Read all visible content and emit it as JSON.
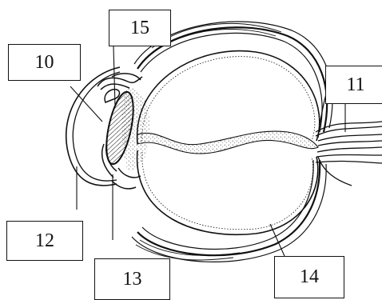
{
  "labels": {
    "l10": "10",
    "l11": "11",
    "l12": "12",
    "l13": "13",
    "l14": "14",
    "l15": "15"
  },
  "colors": {
    "ink": "#111111",
    "paper": "#ffffff"
  }
}
